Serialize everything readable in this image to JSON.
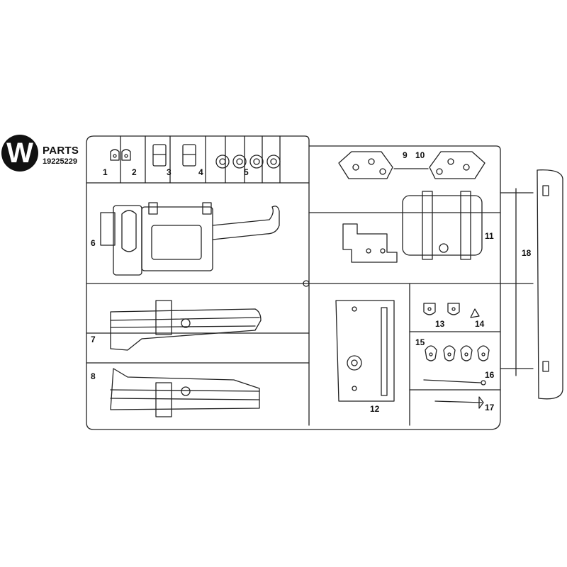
{
  "header": {
    "logo_letter": "W",
    "title": "PARTS",
    "code": "19225229"
  },
  "part_numbers": [
    "1",
    "2",
    "3",
    "4",
    "5",
    "6",
    "7",
    "8",
    "9",
    "10",
    "11",
    "12",
    "13",
    "14",
    "15",
    "16",
    "17",
    "18"
  ],
  "colors": {
    "line": "#222222",
    "fill": "#ffffff"
  }
}
